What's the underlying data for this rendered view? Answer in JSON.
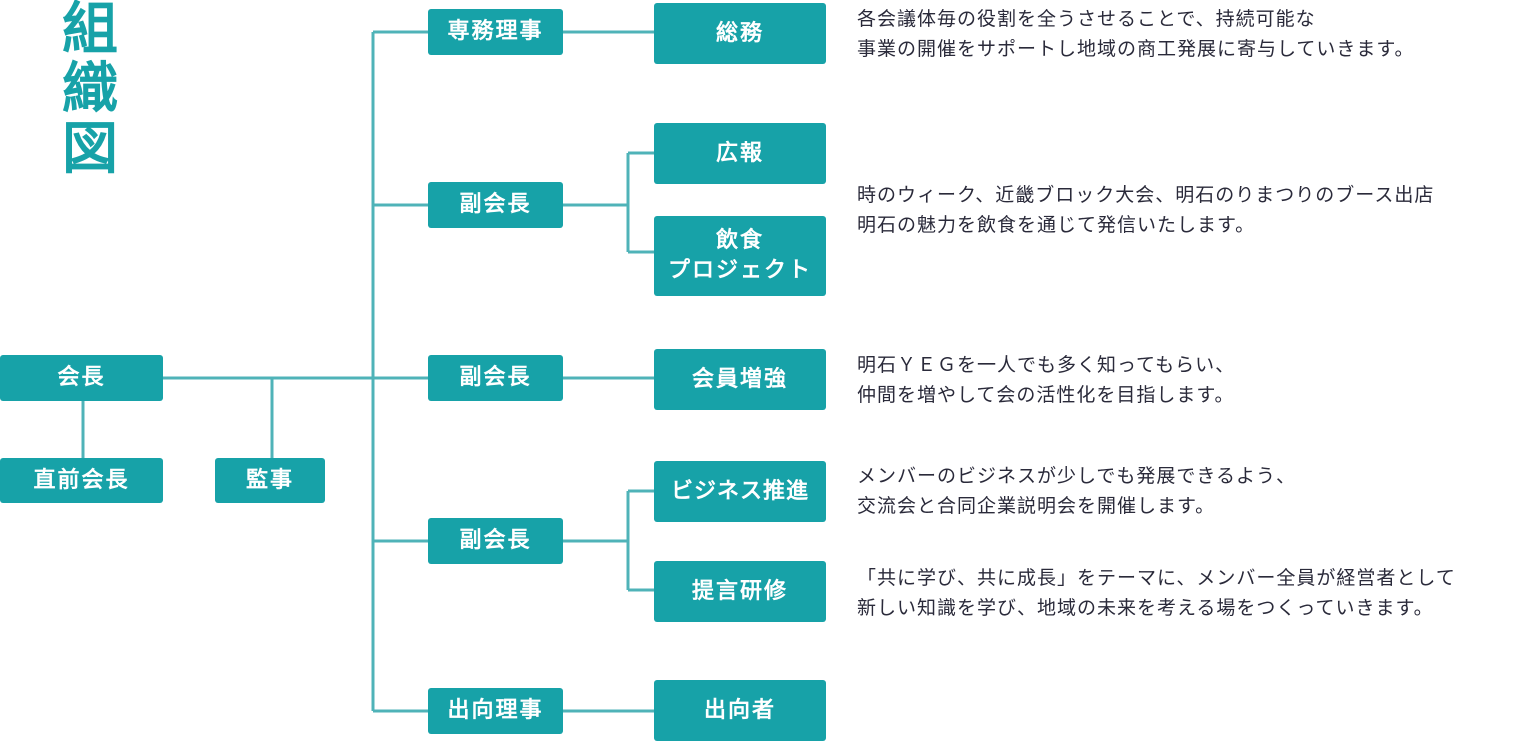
{
  "title": [
    "組",
    "織",
    "図"
  ],
  "nodes": {
    "chairman": "会長",
    "past_chairman": "直前会長",
    "auditor": "監事",
    "executive_director": "専務理事",
    "general_affairs": "総務",
    "vice_chairman_1": "副会長",
    "public_relations": "広報",
    "food_project": [
      "飲食",
      "プロジェクト"
    ],
    "vice_chairman_2": "副会長",
    "membership": "会員増強",
    "vice_chairman_3": "副会長",
    "business": "ビジネス推進",
    "proposal": "提言研修",
    "secondment_director": "出向理事",
    "secondee": "出向者"
  },
  "descriptions": {
    "general_affairs": [
      "各会議体毎の役割を全うさせることで、持続可能な",
      "事業の開催をサポートし地域の商工発展に寄与していきます。"
    ],
    "pr_food": [
      "時のウィーク、近畿ブロック大会、明石のりまつりのブース出店",
      "明石の魅力を飲食を通じて発信いたします。"
    ],
    "membership": [
      "明石ＹＥＧを一人でも多く知ってもらい、",
      "仲間を増やして会の活性化を目指します。"
    ],
    "business": [
      "メンバーのビジネスが少しでも発展できるよう、",
      "交流会と合同企業説明会を開催します。"
    ],
    "proposal": [
      "「共に学び、共に成長」をテーマに、メンバー全員が経営者として",
      "新しい知識を学び、地域の未来を考える場をつくっていきます。"
    ]
  },
  "colors": {
    "accent": "#17a2a8",
    "line": "#4fb3b8",
    "text": "#2a2a3a"
  }
}
